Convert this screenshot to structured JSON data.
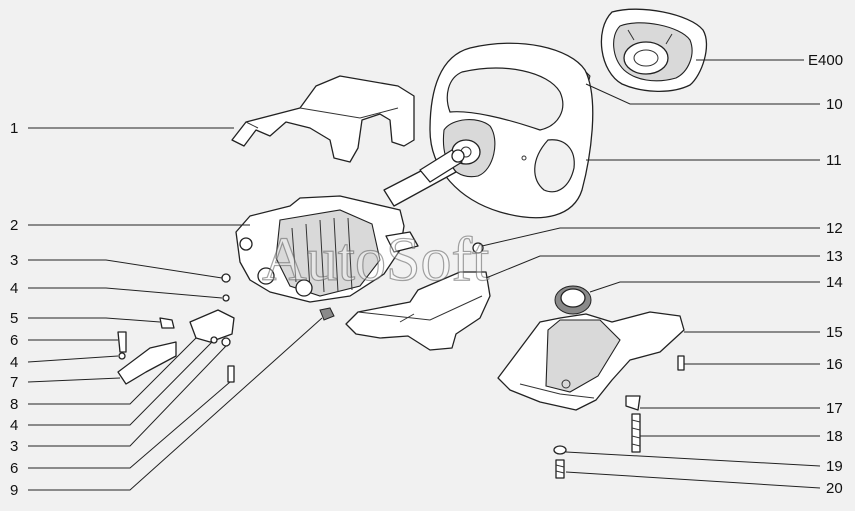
{
  "watermark": "AutoSoft",
  "callouts": [
    {
      "id": "c1",
      "text": "1"
    },
    {
      "id": "c2",
      "text": "2"
    },
    {
      "id": "c3a",
      "text": "3"
    },
    {
      "id": "c4a",
      "text": "4"
    },
    {
      "id": "c5",
      "text": "5"
    },
    {
      "id": "c6a",
      "text": "6"
    },
    {
      "id": "c4b",
      "text": "4"
    },
    {
      "id": "c7",
      "text": "7"
    },
    {
      "id": "c8",
      "text": "8"
    },
    {
      "id": "c3b",
      "text": "3"
    },
    {
      "id": "c4c",
      "text": "4"
    },
    {
      "id": "c6b",
      "text": "6"
    },
    {
      "id": "c9",
      "text": "9"
    },
    {
      "id": "cE400",
      "text": "E400"
    },
    {
      "id": "c10",
      "text": "10"
    },
    {
      "id": "c11",
      "text": "11"
    },
    {
      "id": "c12",
      "text": "12"
    },
    {
      "id": "c13",
      "text": "13"
    },
    {
      "id": "c14",
      "text": "14"
    },
    {
      "id": "c15",
      "text": "15"
    },
    {
      "id": "c16",
      "text": "16"
    },
    {
      "id": "c17",
      "text": "17"
    },
    {
      "id": "c18",
      "text": "18"
    },
    {
      "id": "c19",
      "text": "19"
    },
    {
      "id": "c20",
      "text": "20"
    }
  ]
}
